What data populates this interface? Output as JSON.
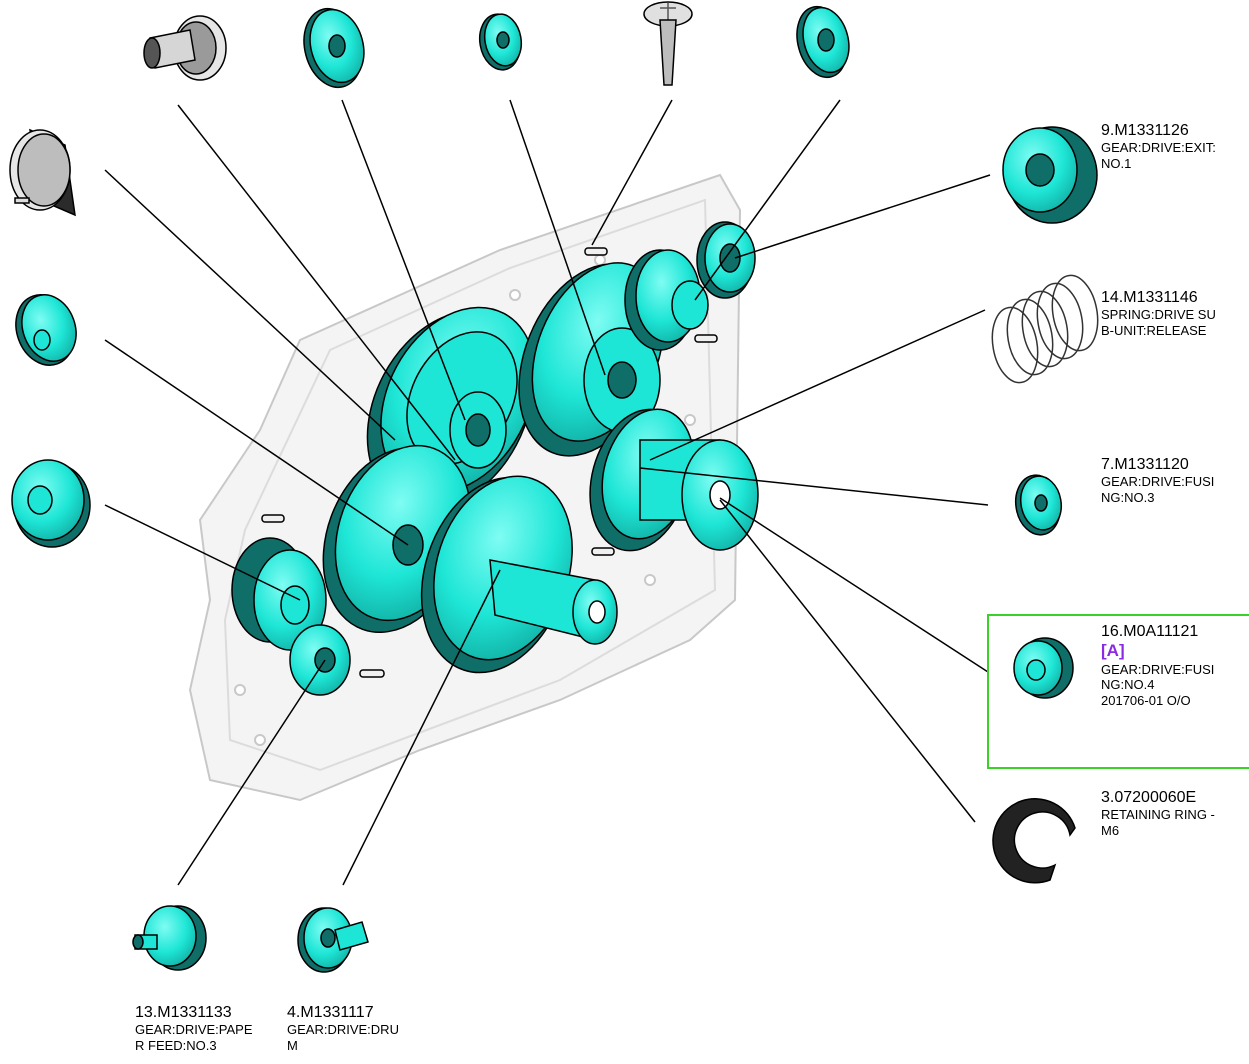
{
  "colors": {
    "part_fill": "#1ee6d6",
    "part_dark": "#0f6e68",
    "outline": "#000000",
    "highlight_border": "#39d12a",
    "tag_color": "#8a2be2",
    "frame_stroke": "#c8c8c8"
  },
  "callouts": {
    "c9": {
      "part_no": "9.M1331126",
      "line1": "GEAR:DRIVE:EXIT:",
      "line2": "NO.1"
    },
    "c14": {
      "part_no": "14.M1331146",
      "line1": "SPRING:DRIVE SU",
      "line2": "B-UNIT:RELEASE"
    },
    "c7": {
      "part_no": "7.M1331120",
      "line1": "GEAR:DRIVE:FUSI",
      "line2": "NG:NO.3"
    },
    "c16": {
      "part_no": "16.M0A11121",
      "tag": "[A]",
      "line1": "GEAR:DRIVE:FUSI",
      "line2": "NG:NO.4",
      "line3": "201706-01 O/O"
    },
    "c3": {
      "part_no": "3.07200060E",
      "line1": "RETAINING RING -",
      "line2": "M6"
    },
    "c13": {
      "part_no": "13.M1331133",
      "line1": "GEAR:DRIVE:PAPE",
      "line2": "R FEED:NO.3"
    },
    "c4": {
      "part_no": "4.M1331117",
      "line1": "GEAR:DRIVE:DRU",
      "line2": "M"
    }
  }
}
